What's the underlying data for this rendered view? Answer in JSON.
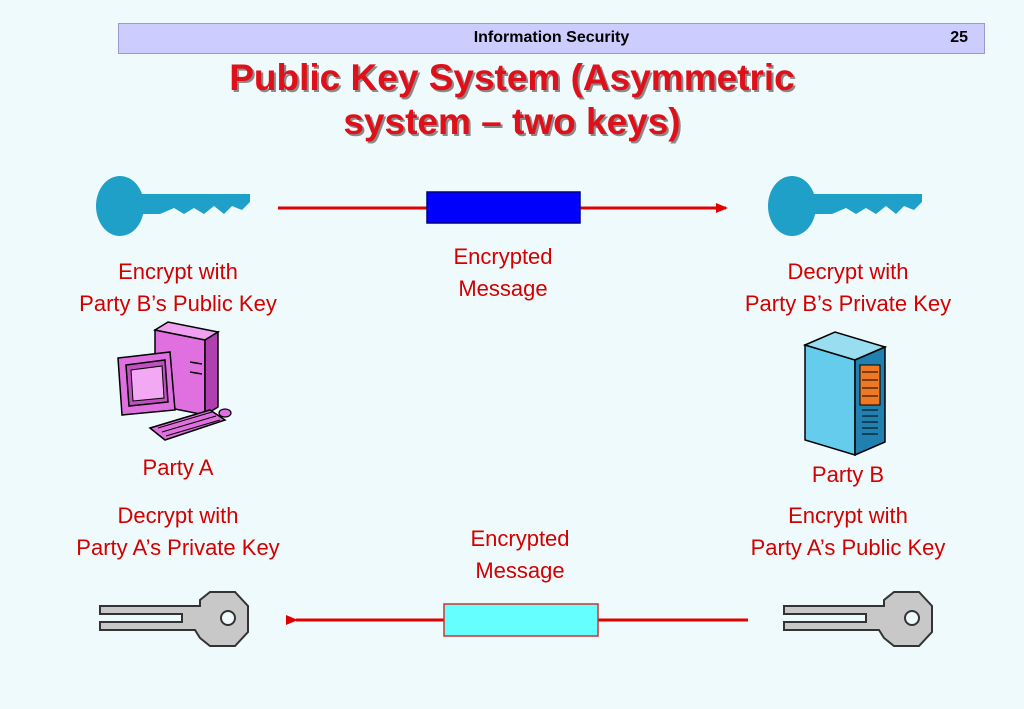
{
  "header": {
    "title": "Information Security",
    "slide_number": "25"
  },
  "title": {
    "line1": "Public Key System (Asymmetric",
    "line2": "system – two keys)"
  },
  "top_flow": {
    "left_label": [
      "Encrypt with",
      "Party B’s Public Key"
    ],
    "message_label": [
      "Encrypted",
      "Message"
    ],
    "right_label": [
      "Decrypt with",
      "Party B’s Private Key"
    ],
    "message_color": "#0000ff",
    "key_color": "#1ea0c8"
  },
  "parties": {
    "a": "Party A",
    "b": "Party B"
  },
  "bottom_flow": {
    "left_label": [
      "Decrypt with",
      "Party A’s Private Key"
    ],
    "message_label": [
      "Encrypted",
      "Message"
    ],
    "right_label": [
      "Encrypt with",
      "Party A’s Public Key"
    ],
    "message_color": "#66ffff",
    "key_color": "#c8c8c8"
  },
  "arrow_color": "#e00000"
}
